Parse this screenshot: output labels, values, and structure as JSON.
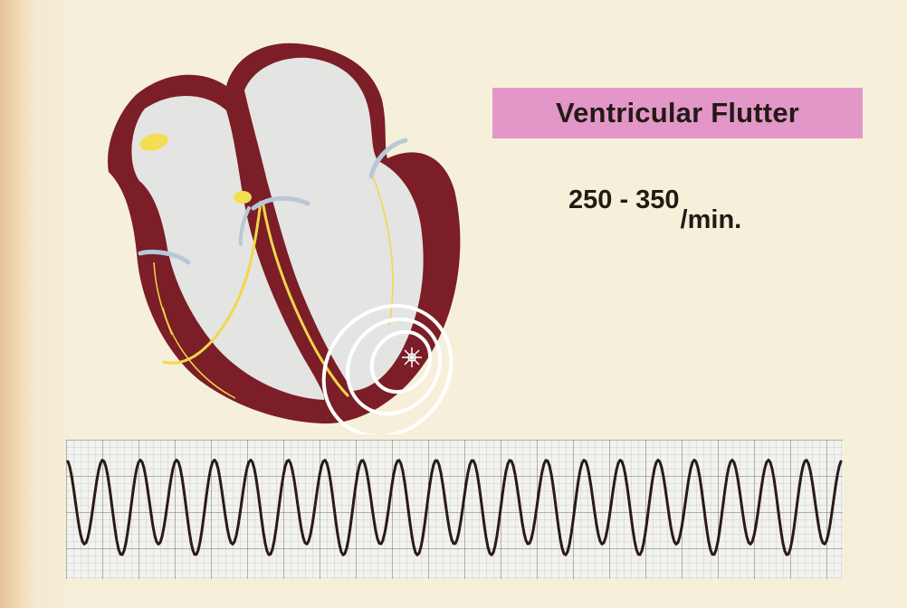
{
  "title": "Ventricular Flutter",
  "rate": {
    "value": "250 - 350",
    "unit": "/min."
  },
  "colors": {
    "background": "#f6f0da",
    "title_badge": "#e397c8",
    "myocardium": "#7a1f26",
    "chamber": "#e6e6e4",
    "conduction": "#f1d94a",
    "ecg_trace": "#2a1a18",
    "ecg_grid": "#9a9a98"
  },
  "icons": [
    "heart-cross-section-icon",
    "ectopic-focus-spark-icon",
    "ecg-waveform-icon"
  ]
}
